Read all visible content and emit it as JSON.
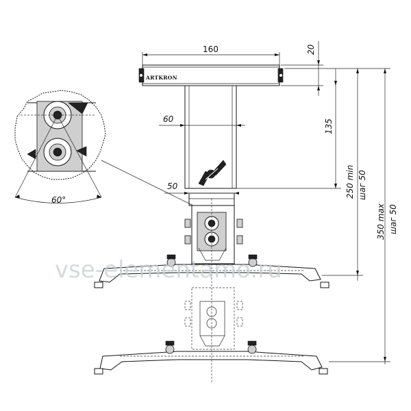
{
  "drawing": {
    "brand_label": "ARTKRON",
    "watermark": "vse-elementamo.ru",
    "dimensions": {
      "top_width": "160",
      "top_height": "20",
      "column_width": "60",
      "column_height": "135",
      "lower_width": "50",
      "angle": "60°",
      "min_height": "250 min",
      "min_step": "шаг 50",
      "max_height": "350 max",
      "max_step": "шаг 50"
    }
  }
}
